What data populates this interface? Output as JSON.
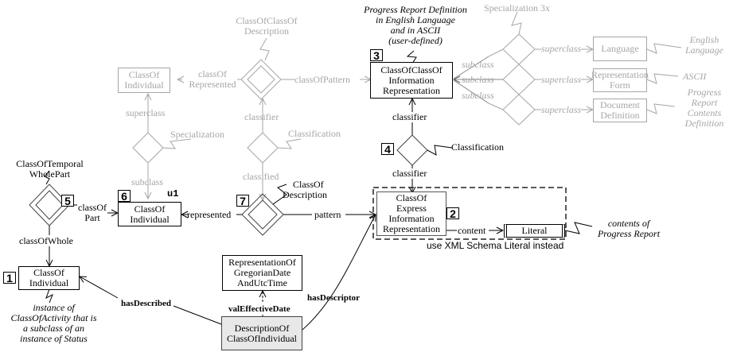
{
  "colors": {
    "active": "#000000",
    "inactive": "#a6a6a6",
    "shaded_box": "#e8e8e8"
  },
  "boxes": {
    "coi_grey": "ClassOf\nIndividual",
    "cocoir": "ClassOfClassOf\nInformation\nRepresentation",
    "language": "Language",
    "rep_form": "Representation\nForm",
    "doc_def": "Document\nDefinition",
    "coi_6": "ClassOf\nIndividual",
    "coeir": "ClassOf\nExpress\nInformation\nRepresentation",
    "literal": "Literal",
    "coi_1": "ClassOf\nIndividual",
    "rogdut": "RepresentationOf\nGregorianDate\nAndUtcTime",
    "docoi": "DescriptionOf\nClassOfIndividual"
  },
  "numbers": {
    "n1": "1",
    "n2": "2",
    "n3": "3",
    "n4": "4",
    "n5": "5",
    "n6": "6",
    "n7": "7"
  },
  "labels": {
    "cococ_desc_line1": "ClassOfClassOf",
    "cococ_desc_line2": "Description",
    "class_of_represented_1": "classOf",
    "class_of_represented_2": "Represented",
    "class_of_pattern": "classOfPattern",
    "superclass_grey": "superclass",
    "specialization_grey": "Specialization",
    "subclass_grey": "subclass",
    "classifier_grey": "classifier",
    "classification_grey": "Classification",
    "classified_grey": "classified",
    "specialization_3x": "Specialization 3x",
    "subclass_1": "subclass",
    "subclass_2": "subclass",
    "subclass_3": "subclass",
    "superclass_1": "superclass",
    "superclass_2": "superclass",
    "superclass_3": "superclass",
    "classifier_top": "classifier",
    "classification_black": "Classification",
    "classifier_bottom": "classifier",
    "cotwp_1": "ClassOfTemporal",
    "cotwp_2": "WholePart",
    "class_of_part_1": "classOf",
    "class_of_part_2": "Part",
    "ul": "u1",
    "represented": "represented",
    "co_description_1": "ClassOf",
    "co_description_2": "Description",
    "pattern": "pattern",
    "content": "content",
    "class_of_whole": "classOfWhole",
    "has_described": "hasDescribed",
    "val_effective_date": "valEffectiveDate",
    "has_descriptor": "hasDescriptor",
    "use_xml_note": "use XML Schema Literal instead"
  },
  "annotations": {
    "progress_def": [
      "Progress Report Definition",
      "in English Language",
      "and in ASCII",
      "(user-defined)"
    ],
    "english_language": [
      "English",
      "Language"
    ],
    "ascii": [
      "ASCII"
    ],
    "progress_contents_def": [
      "Progress",
      "Report",
      "Contents",
      "Definition"
    ],
    "contents_of_report": [
      "contents of",
      "Progress Report"
    ],
    "instance_of_status": [
      "instance of",
      "ClassOfActivity that is",
      "a subclass of an",
      "instance of Status"
    ]
  }
}
